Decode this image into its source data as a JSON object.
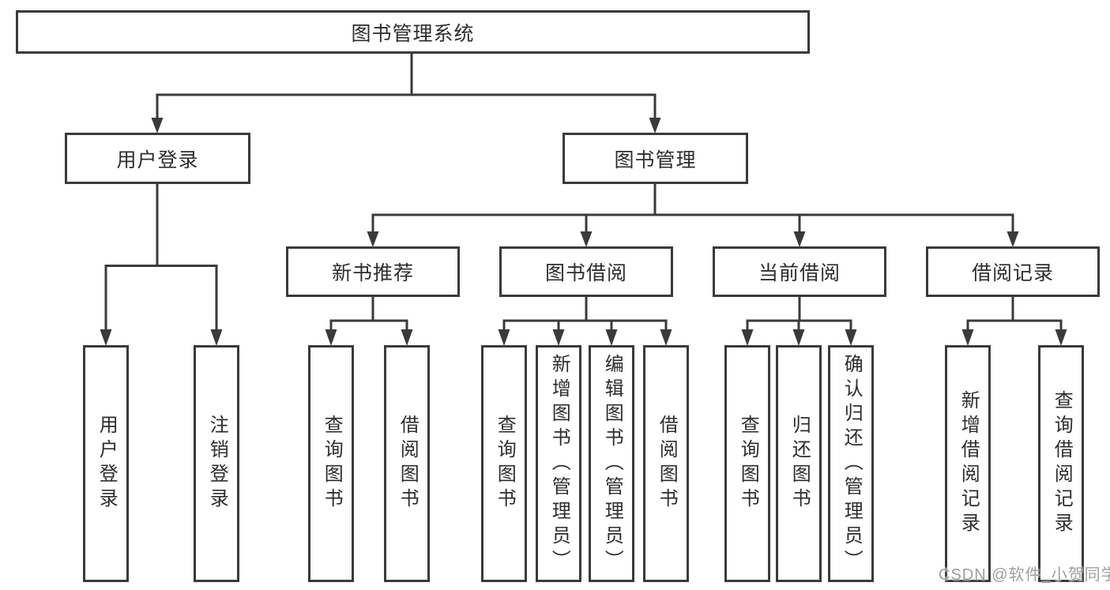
{
  "diagram": {
    "type": "tree",
    "nodes": {
      "root": {
        "label": "图书管理系统"
      },
      "level2": {
        "user_login": {
          "label": "用户登录"
        },
        "book_management": {
          "label": "图书管理"
        }
      },
      "level3": {
        "new_book_recommend": {
          "label": "新书推荐",
          "parent": "图书管理"
        },
        "book_borrowing": {
          "label": "图书借阅",
          "parent": "图书管理"
        },
        "current_borrowing": {
          "label": "当前借阅",
          "parent": "图书管理"
        },
        "borrow_records": {
          "label": "借阅记录",
          "parent": "图书管理"
        }
      },
      "leaves": {
        "user_login_leaf": {
          "label": "用户登录",
          "parent": "用户登录"
        },
        "logout": {
          "label": "注销登录",
          "parent": "用户登录"
        },
        "nb_query_books": {
          "label": "查询图书",
          "parent": "新书推荐"
        },
        "nb_borrow_books": {
          "label": "借阅图书",
          "parent": "新书推荐"
        },
        "bb_query_books": {
          "label": "查询图书",
          "parent": "图书借阅"
        },
        "bb_add_books": {
          "label": "新增图书（管理员）",
          "parent": "图书借阅"
        },
        "bb_edit_books": {
          "label": "编辑图书（管理员）",
          "parent": "图书借阅"
        },
        "bb_borrow_books": {
          "label": "借阅图书",
          "parent": "图书借阅"
        },
        "cb_query_books": {
          "label": "查询图书",
          "parent": "当前借阅"
        },
        "cb_return_books": {
          "label": "归还图书",
          "parent": "当前借阅"
        },
        "cb_confirm_return": {
          "label": "确认归还（管理员）",
          "parent": "当前借阅"
        },
        "br_add_record": {
          "label": "新增借阅记录",
          "parent": "借阅记录"
        },
        "br_query_record": {
          "label": "查询借阅记录",
          "parent": "借阅记录"
        }
      }
    }
  },
  "watermark": {
    "text": "CSDN @软件_小贺同学"
  },
  "colors": {
    "line": "#3a3a3a",
    "box_border": "#3a3a3a",
    "text": "#2d2d2d",
    "watermark": "#9e9e9e",
    "background": "#ffffff"
  }
}
